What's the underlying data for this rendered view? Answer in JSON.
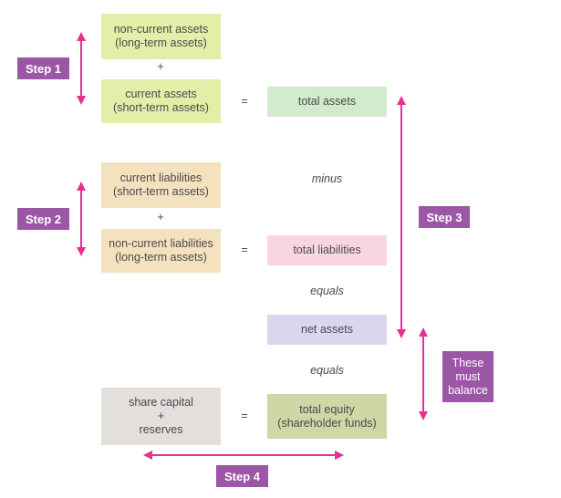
{
  "colors": {
    "accent": "#e8308f",
    "step": "#9b56a6"
  },
  "boxes": {
    "non_current_assets": "non-current assets\n(long-term assets)",
    "current_assets": "current assets\n(short-term assets)",
    "current_liabilities": "current liabilities\n(short-term assets)",
    "non_current_liabilities": "non-current liabilities\n(long-term assets)",
    "share_capital": "share capital\n+\nreserves",
    "total_assets": "total assets",
    "total_liabilities": "total liabilities",
    "net_assets": "net assets",
    "total_equity": "total equity\n(shareholder funds)"
  },
  "operators": {
    "plus_1": "+",
    "plus_2": "+",
    "eq_1": "=",
    "eq_2": "=",
    "eq_3": "="
  },
  "words": {
    "minus": "minus",
    "equals_1": "equals",
    "equals_2": "equals"
  },
  "steps": {
    "step1": "Step 1",
    "step2": "Step 2",
    "step3": "Step 3",
    "step4": "Step 4"
  },
  "balance": "These\nmust\nbalance"
}
